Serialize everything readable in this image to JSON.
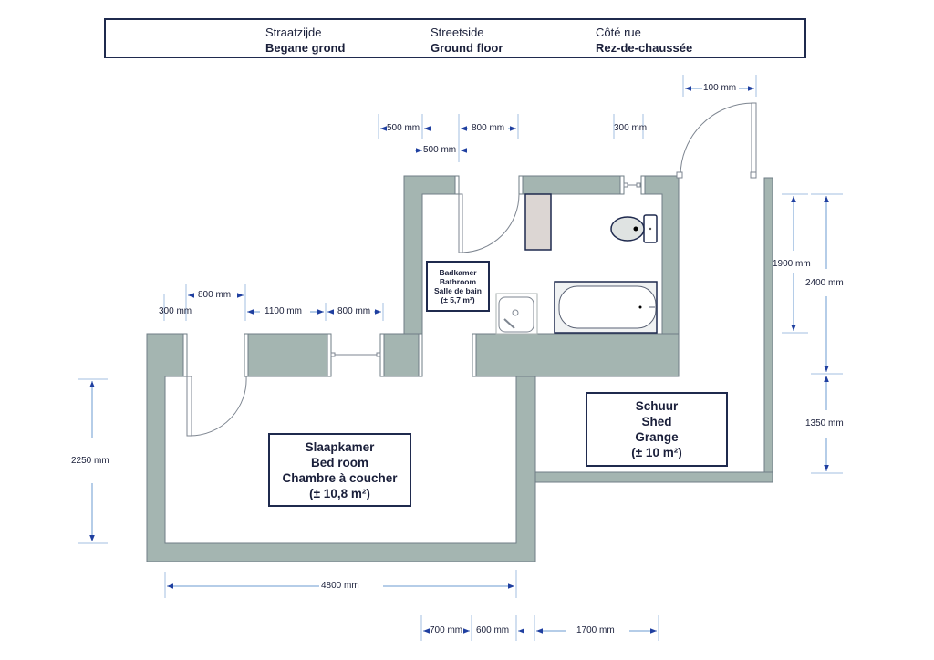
{
  "header": {
    "columns": [
      {
        "line1": "Straatzijde",
        "line2": "Begane grond"
      },
      {
        "line1": "Streetside",
        "line2": "Ground floor"
      },
      {
        "line1": "Côté rue",
        "line2": "Rez-de-chaussée"
      }
    ]
  },
  "rooms": {
    "bedroom": {
      "lines": [
        "Slaapkamer",
        "Bed room",
        "Chambre à coucher",
        "(± 10,8 m²)"
      ]
    },
    "bathroom": {
      "lines": [
        "Badkamer",
        "Bathroom",
        "Salle de bain",
        "(± 5,7 m²)"
      ]
    },
    "shed": {
      "lines": [
        "Schuur",
        "Shed",
        "Grange",
        "(± 10 m²)"
      ]
    }
  },
  "dimensions": {
    "top_door_shed": "100 mm",
    "bath_left_wall": "500 mm",
    "bath_door_offset": "500 mm",
    "bath_door_width": "800 mm",
    "bath_window_gap": "300 mm",
    "bed_left_offset": "300 mm",
    "bed_door_width": "800 mm",
    "bed_wall_segment": "1100 mm",
    "bed_window_width": "800 mm",
    "bed_height": "2250 mm",
    "bed_width": "4800 mm",
    "shed_upper": "1900 mm",
    "shed_total_upper": "2400 mm",
    "shed_lower": "1350 mm",
    "bottom_700": "700 mm",
    "bottom_600": "600 mm",
    "bottom_1700": "1700 mm"
  },
  "colors": {
    "wall": "#a4b5b1",
    "wall_edge": "#6f7d86",
    "dim_line": "#6b9bd1",
    "arrow": "#1f3fa0",
    "label_border": "#1f2a4e",
    "fixture_fill": "#dcd6d3"
  }
}
